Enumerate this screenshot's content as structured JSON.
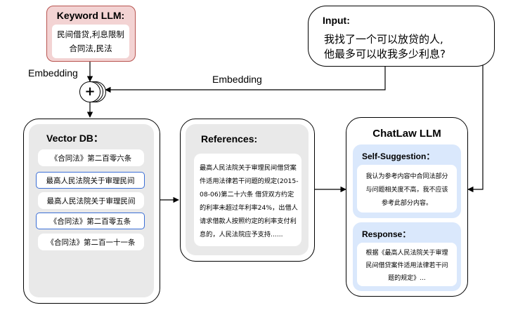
{
  "keyword_llm": {
    "title": "Keyword LLM:",
    "line1": "民间借贷,利息限制",
    "line2": "合同法,民法"
  },
  "input": {
    "title": "Input:",
    "line1": "我找了一个可以放贷的人,",
    "line2": "他最多可以收我多少利息?"
  },
  "embedding_left": "Embedding",
  "embedding_right": "Embedding",
  "plus_symbol": "+",
  "vector_db": {
    "title": "Vector DB：",
    "items": [
      "《合同法》第二百零六条",
      "最高人民法院关于审理民间",
      "最高人民法院关于审理民间",
      "《合同法》第二百零五条",
      "《合同法》第二百一十一条"
    ]
  },
  "references": {
    "title": "References:",
    "lines": [
      "最高人民法院关于审理民间借贷案",
      "件适用法律若干问题的规定(2015-",
      "08-06)第二十六条 借贷双方约定",
      "的利率未超过年利率24%，出借人",
      "请求借款人按照约定的利率支付利",
      "息的，人民法院应予支持......"
    ]
  },
  "chatlaw": {
    "title": "ChatLaw LLM",
    "self_suggestion": {
      "title": "Self-Suggestion：",
      "lines": [
        "我认为参考内容中合同法部分",
        "与问题相关度不高，我不应该",
        "参考此部分内容。"
      ]
    },
    "response": {
      "title": "Response：",
      "lines": [
        "根据《最高人民法院关于审理",
        "民间借贷案件适用法律若干问",
        "题的规定》..."
      ]
    }
  },
  "colors": {
    "keyword_fill": "#f3d3d3",
    "keyword_border": "#b85450",
    "panel_gray": "#e9e9e9",
    "highlight_border": "#3b6fd6",
    "chatlaw_inner": "#dae8fc"
  }
}
